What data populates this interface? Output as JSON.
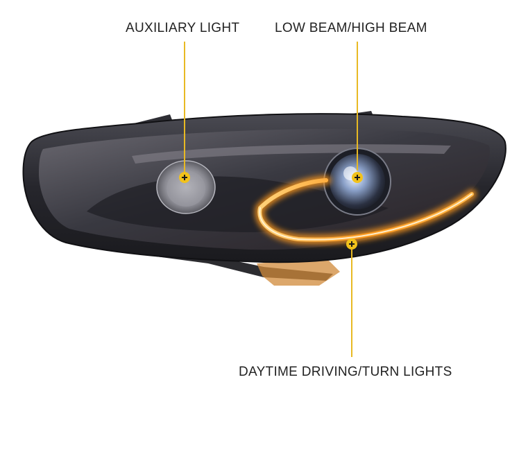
{
  "labels": {
    "auxiliary": "AUXILIARY LIGHT",
    "beam": "LOW BEAM/HIGH BEAM",
    "drl": "DAYTIME DRIVING/TURN LIGHTS"
  },
  "colors": {
    "callout_line": "#e8b923",
    "marker_fill": "#f2c21b",
    "marker_cross": "#1a1a1a",
    "drl_glow": "#ff9a1f",
    "housing": "#2a2a30",
    "text": "#222222"
  },
  "icons": {
    "callout_marker": "plus-circle-icon"
  }
}
